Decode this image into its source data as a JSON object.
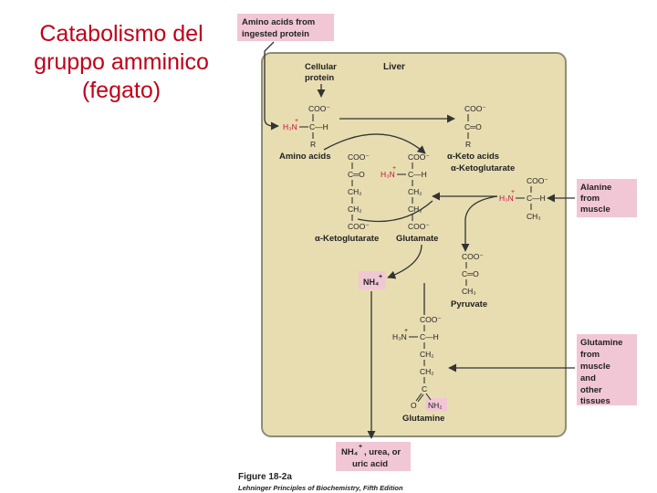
{
  "slide_title": {
    "line1": "Catabolismo del",
    "line2": "gruppo amminico",
    "line3": "(fegato)"
  },
  "colors": {
    "title_red": "#c0001a",
    "liver_fill": "#e7ddb1",
    "liver_border": "#8c8c7a",
    "label_box_fill": "#f1c7d5",
    "red_group": "#c4123f"
  },
  "source_box": {
    "line1": "Amino acids from",
    "line2": "ingested protein"
  },
  "liver_label": "Liver",
  "cellular_protein": {
    "line1": "Cellular",
    "line2": "protein"
  },
  "amino_acid": {
    "coo": "COO⁻",
    "h3n": "H₃N",
    "plus": "+",
    "ch": "C—H",
    "r": "R",
    "label": "Amino acids"
  },
  "keto_acid": {
    "coo": "COO⁻",
    "co": "C═O",
    "r": "R",
    "label1": "α-Keto acids",
    "label2": "α-Ketoglutarate"
  },
  "akg": {
    "coo_top": "COO⁻",
    "co": "C═O",
    "ch2a": "CH₂",
    "ch2b": "CH₂",
    "coo_bot": "COO⁻",
    "label": "α-Ketoglutarate"
  },
  "glutamate": {
    "coo_top": "COO⁻",
    "h3n": "H₃N",
    "plus": "+",
    "ch": "C—H",
    "ch2a": "CH₂",
    "ch2b": "CH₂",
    "coo_bot": "COO⁻",
    "label": "Glutamate"
  },
  "alanine": {
    "coo": "COO⁻",
    "h3n": "H₃N",
    "plus": "+",
    "ch": "C—H",
    "ch3": "CH₃"
  },
  "pyruvate": {
    "coo": "COO⁻",
    "co": "C═O",
    "ch3": "CH₃",
    "label": "Pyruvate"
  },
  "nh4": {
    "text": "NH₄",
    "plus": "+"
  },
  "glutamine": {
    "coo": "COO⁻",
    "h3n": "H₃N",
    "plus": "+",
    "ch": "C—H",
    "ch2a": "CH₂",
    "ch2b": "CH₂",
    "c": "C",
    "o": "O",
    "nh2": "NH₂",
    "label": "Glutamine"
  },
  "alanine_box": {
    "line1": "Alanine",
    "line2": "from",
    "line3": "muscle"
  },
  "glutamine_box": {
    "line1": "Glutamine",
    "line2": "from",
    "line3": "muscle",
    "line4": "and",
    "line5": "other",
    "line6": "tissues"
  },
  "output_box": {
    "text": "NH₄",
    "plus": "+",
    "rest": ", urea, or",
    "line2": "uric acid"
  },
  "figure_caption": {
    "line1": "Figure 18-2a",
    "line2": "Lehninger Principles of Biochemistry, Fifth Edition"
  }
}
